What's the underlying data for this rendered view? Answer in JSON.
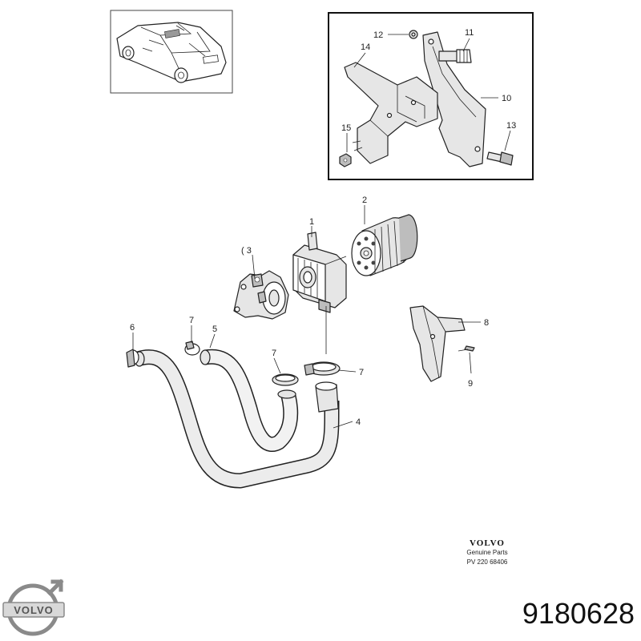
{
  "callouts": {
    "c1": "1",
    "c2": "2",
    "c3": "( 3",
    "c4": "4",
    "c5": "5",
    "c6": "6",
    "c7a": "7",
    "c7b": "7",
    "c7c": "7",
    "c8": "8",
    "c9": "9",
    "c10": "10",
    "c11": "11",
    "c12": "12",
    "c13": "13",
    "c14": "14",
    "c15": "15"
  },
  "stamp": {
    "brand": "VOLVO",
    "line1": "Genuine Parts",
    "line2": "PV 220 68406"
  },
  "logo": {
    "text": "VOLVO"
  },
  "part_number": "9180628"
}
